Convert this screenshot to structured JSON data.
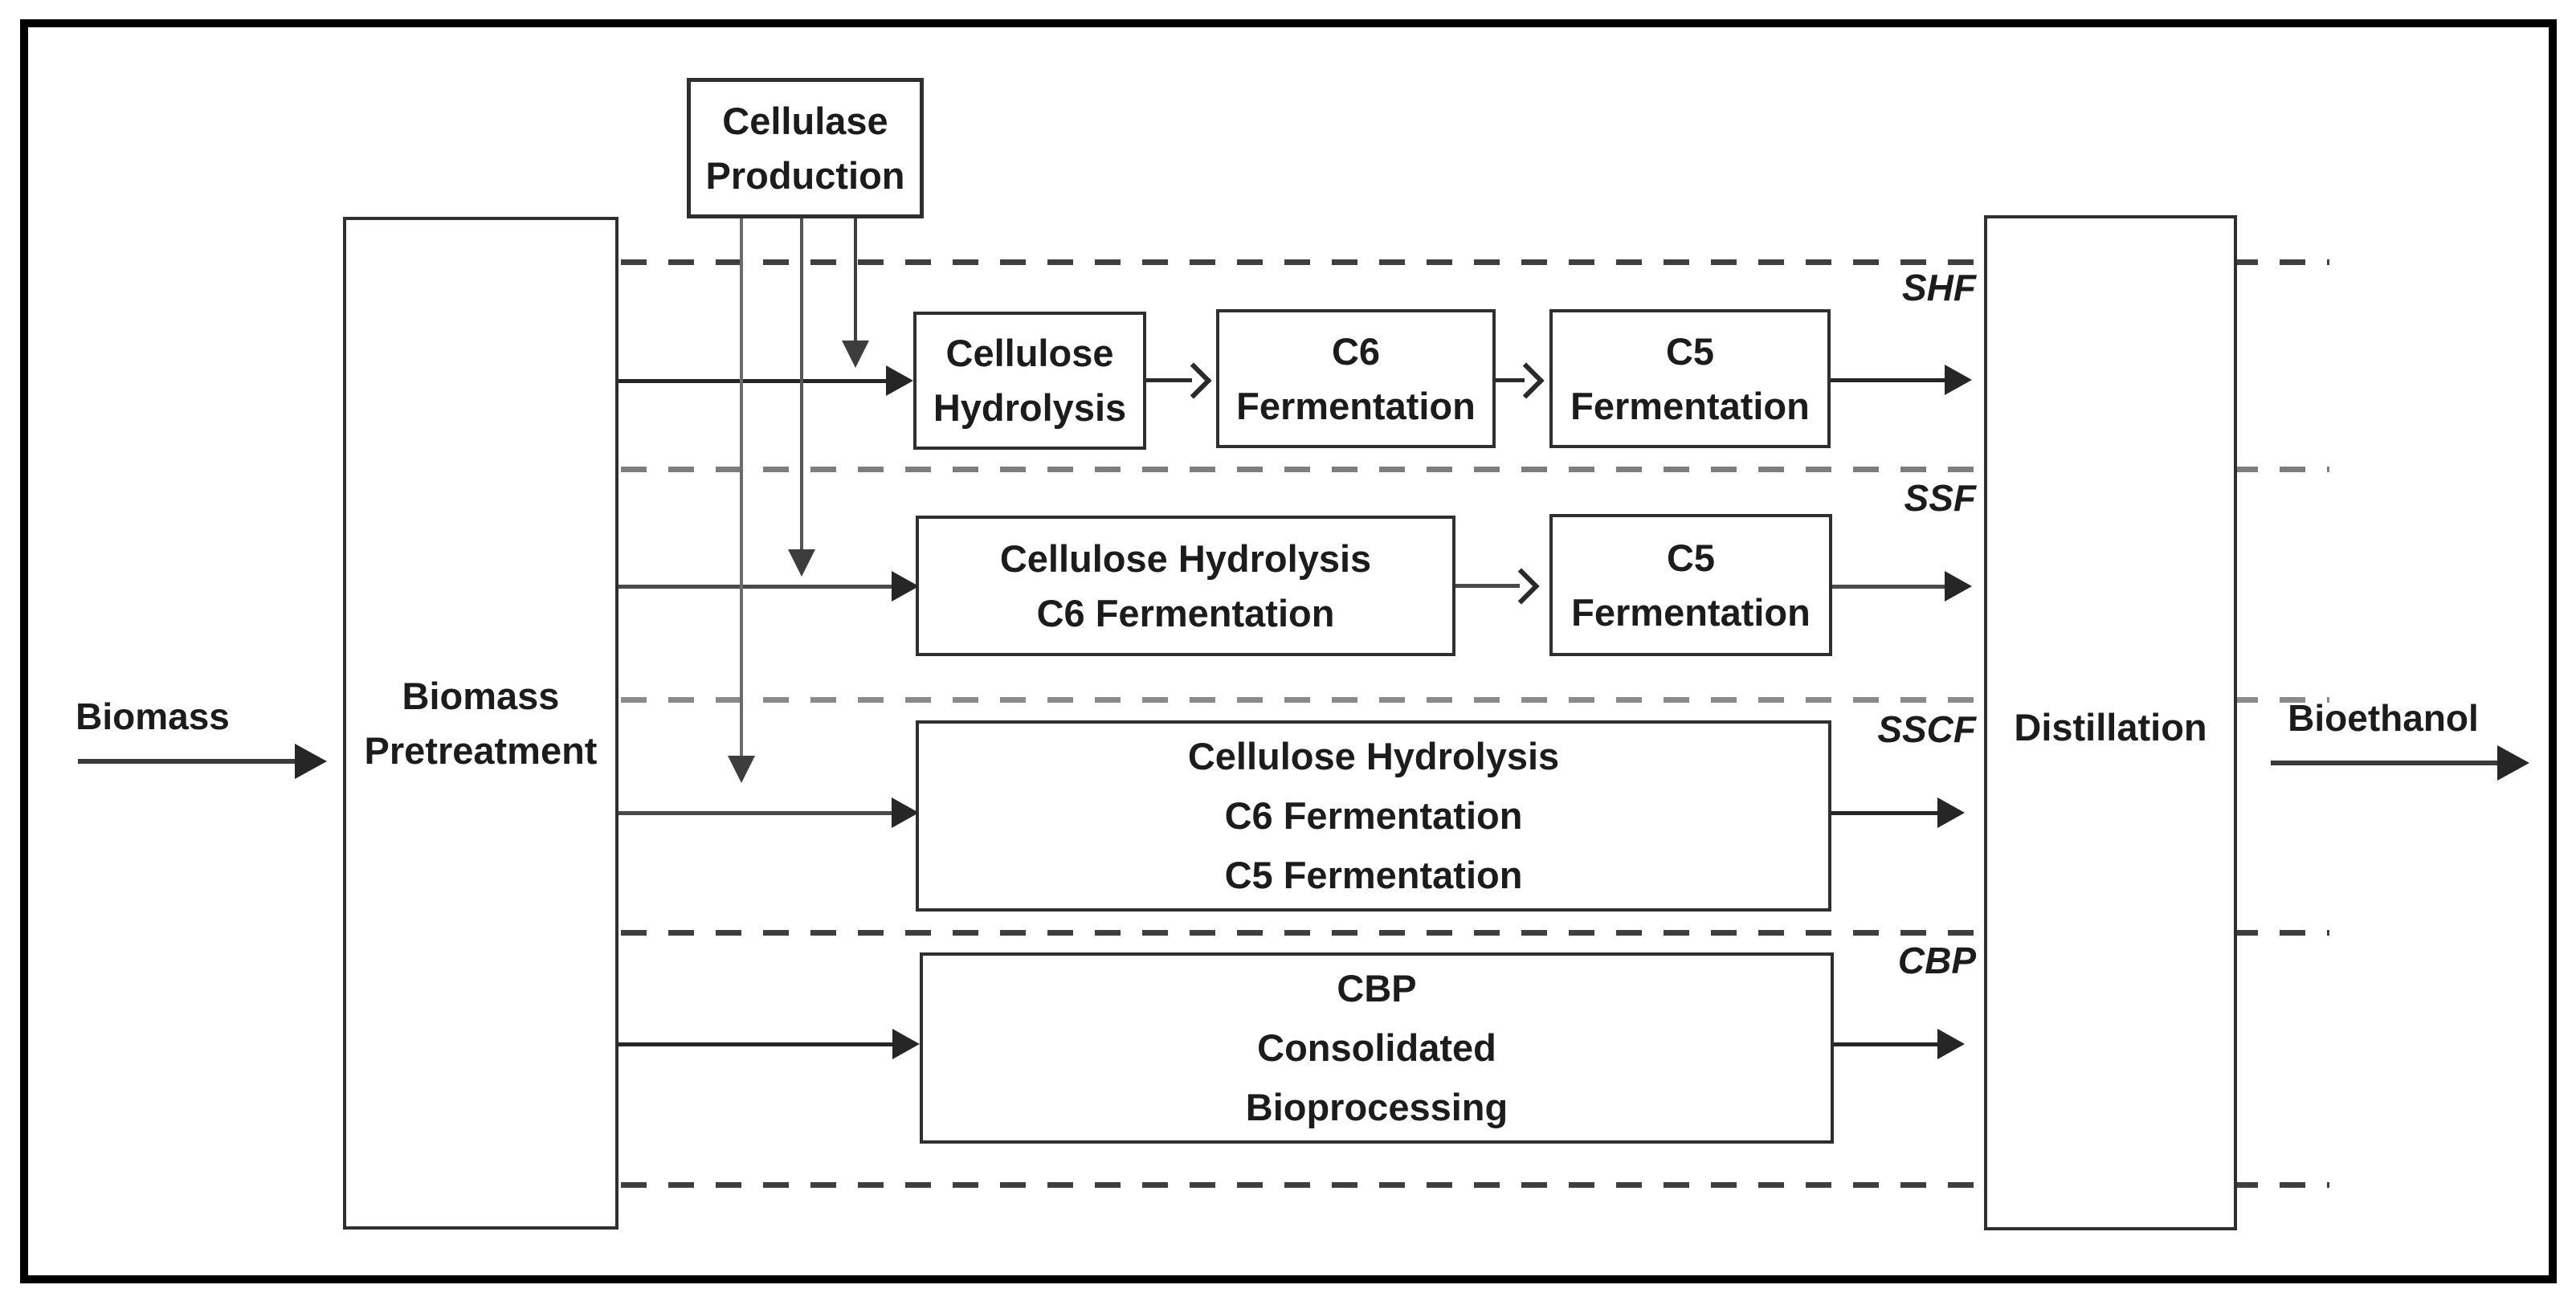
{
  "figure": {
    "input_label": "Biomass",
    "output_label": "Bioethanol",
    "cellulase_box": {
      "lines": [
        "Cellulase",
        "Production"
      ]
    },
    "pretreatment_box": {
      "lines": [
        "Biomass",
        "Pretreatment"
      ]
    },
    "distillation_box": {
      "lines": [
        "Distillation"
      ]
    },
    "lanes": {
      "shf": {
        "label": "SHF",
        "hydrolysis": {
          "lines": [
            "Cellulose",
            "Hydrolysis"
          ]
        },
        "c6": {
          "lines": [
            "C6",
            "Fermentation"
          ]
        },
        "c5": {
          "lines": [
            "C5",
            "Fermentation"
          ]
        }
      },
      "ssf": {
        "label": "SSF",
        "combo": {
          "lines": [
            "Cellulose Hydrolysis",
            "C6 Fermentation"
          ]
        },
        "c5": {
          "lines": [
            "C5",
            "Fermentation"
          ]
        }
      },
      "sscf": {
        "label": "SSCF",
        "combo": {
          "lines": [
            "Cellulose Hydrolysis",
            "C6 Fermentation",
            "C5 Fermentation"
          ]
        }
      },
      "cbp": {
        "label": "CBP",
        "combo": {
          "lines": [
            "CBP",
            "Consolidated",
            "Bioprocessing"
          ]
        }
      }
    },
    "colors": {
      "background": "#ffffff",
      "ink": "#1f1f1f",
      "box_border": "#2f2f2f",
      "frame_border": "#000000",
      "arrow_dark": "#262626",
      "arrow_gray": "#555555",
      "dash_dark": "#3f3f3f",
      "dash_light": "#7d7d7d"
    }
  }
}
